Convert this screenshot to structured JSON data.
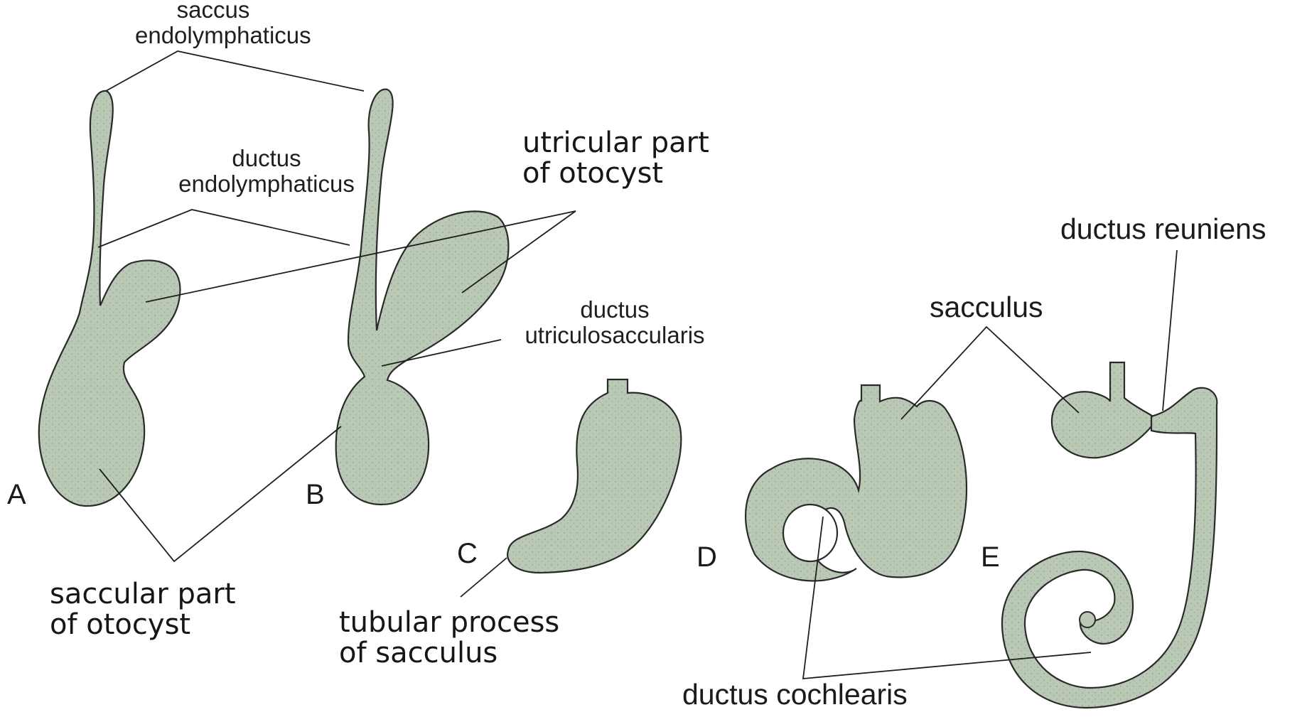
{
  "labels": {
    "saccus": [
      "saccus",
      "endolymphaticus"
    ],
    "ductus_endo": [
      "ductus",
      "endolymphaticus"
    ],
    "utricular": [
      "utricular part",
      "of otocyst"
    ],
    "utriculosaccularis": [
      "ductus",
      "utriculosaccularis"
    ],
    "saccular": [
      "saccular part",
      "of otocyst"
    ],
    "tubular": [
      "tubular process",
      "of sacculus"
    ],
    "sacculus": "sacculus",
    "reuniens": "ductus reuniens",
    "cochlearis": "ductus cochlearis"
  },
  "panels": [
    "A",
    "B",
    "C",
    "D",
    "E"
  ],
  "colors": {
    "organ_fill": "#b9c9b6",
    "outline": "#2a2a2a",
    "leader": "#1f1f1f"
  }
}
